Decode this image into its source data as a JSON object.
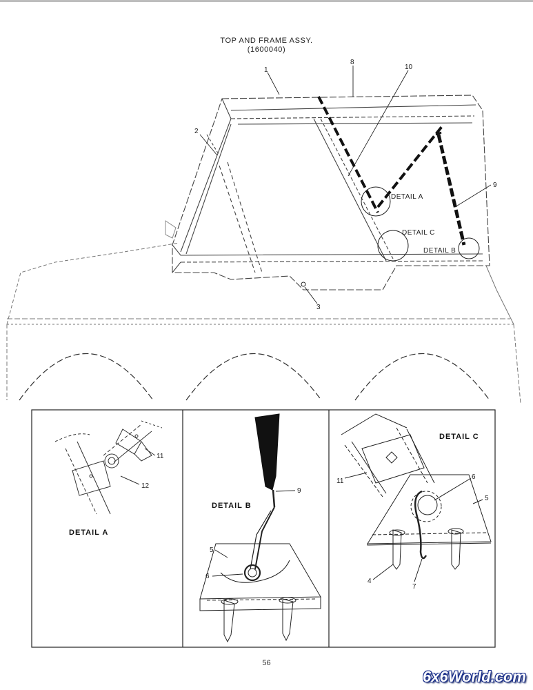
{
  "title": {
    "line1": "TOP AND FRAME ASSY.",
    "line2": "(1600040)"
  },
  "callouts": {
    "c1": "1",
    "c2": "2",
    "c3": "3",
    "c8": "8",
    "c9": "9",
    "c10": "10"
  },
  "main_details": {
    "a": "DETAIL  A",
    "b": "DETAIL  B",
    "c": "DETAIL  C"
  },
  "panel_a": {
    "title": "DETAIL  A",
    "c11": "11",
    "c12": "12"
  },
  "panel_b": {
    "title": "DETAIL  B",
    "c9": "9",
    "c5": "5",
    "c6": "6"
  },
  "panel_c": {
    "title": "DETAIL  C",
    "c11": "11",
    "c6": "6",
    "c5": "5",
    "c4": "4",
    "c7": "7"
  },
  "page_number": "56",
  "watermark": "6x6World.com"
}
